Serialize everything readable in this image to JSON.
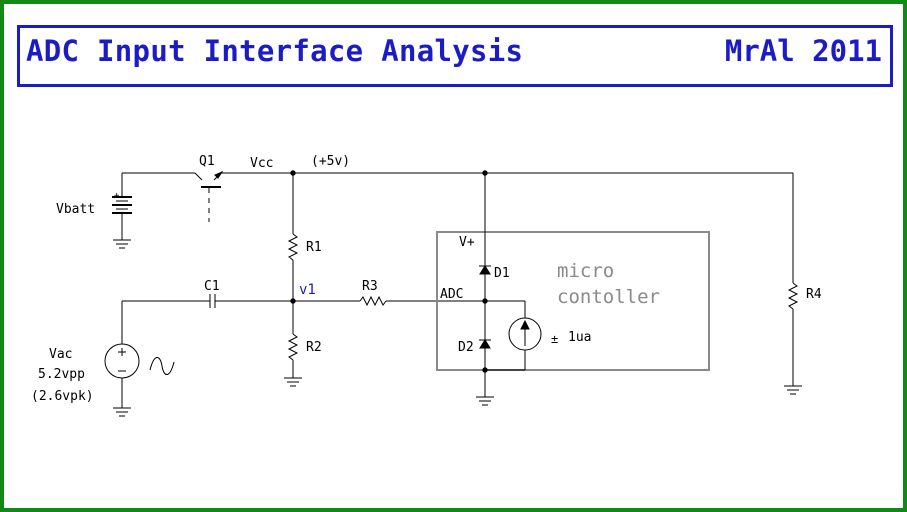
{
  "title": "ADC Input Interface Analysis",
  "author": "MrAl 2011",
  "colors": {
    "frame": "#0f8a14",
    "title": "#1b1bc8",
    "wire": "#000000",
    "net_label": "#1b1bc8",
    "micro_box": "#8a8a8a"
  },
  "components": {
    "q1": "Q1",
    "vcc": "Vcc",
    "vcc_value": "(+5v)",
    "vbatt": "Vbatt",
    "r1": "R1",
    "r2": "R2",
    "r3": "R3",
    "r4": "R4",
    "c1": "C1",
    "v1": "v1",
    "vac": "Vac",
    "vac_pp": "5.2vpp",
    "vac_pk": "(2.6vpk)",
    "vplus": "V+",
    "adc": "ADC",
    "d1": "D1",
    "d2": "D2",
    "isrc": "1ua",
    "micro_line1": "micro",
    "micro_line2": "contoller"
  }
}
